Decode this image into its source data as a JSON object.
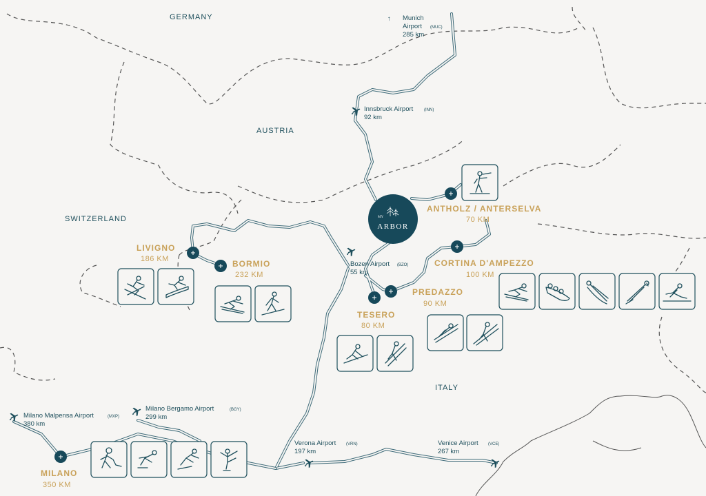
{
  "countries": {
    "germany": "GERMANY",
    "austria": "AUSTRIA",
    "switzerland": "SWITZERLAND",
    "italy": "ITALY"
  },
  "logo": {
    "small": "MY",
    "name": "ARBOR"
  },
  "airports": {
    "munich": {
      "arrow": "↑",
      "name1": "Munich",
      "name2": "Airport",
      "code": "(MUC)",
      "distance": "285 km"
    },
    "innsbruck": {
      "name": "Innsbruck Airport",
      "code": "(INN)",
      "distance": "92 km"
    },
    "bozen": {
      "name": "Bozen Airport",
      "code": "(BZO)",
      "distance": "55 km"
    },
    "malpensa": {
      "name": "Milano Malpensa Airport",
      "code": "(MXP)",
      "distance": "380 km"
    },
    "bergamo": {
      "name": "Milano Bergamo Airport",
      "code": "(BGY)",
      "distance": "299 km"
    },
    "verona": {
      "name": "Verona Airport",
      "code": "(VRN)",
      "distance": "197 km"
    },
    "venice": {
      "name": "Venice Airport",
      "code": "(VCE)",
      "distance": "267 km"
    }
  },
  "resorts": {
    "livigno": {
      "name": "LIVIGNO",
      "distance": "186 KM"
    },
    "bormio": {
      "name": "BORMIO",
      "distance": "232 KM"
    },
    "antholz": {
      "name": "ANTHOLZ / ANTERSELVA",
      "distance": "70 KM"
    },
    "cortina": {
      "name": "CORTINA D'AMPEZZO",
      "distance": "100 KM"
    },
    "predazzo": {
      "name": "PREDAZZO",
      "distance": "90 KM"
    },
    "tesero": {
      "name": "TESERO",
      "distance": "80 KM"
    },
    "milano": {
      "name": "MILANO",
      "distance": "350 KM"
    }
  },
  "icons": {
    "antholz": [
      "biathlon-icon"
    ],
    "livigno": [
      "freestyle-skiing-icon",
      "snowboard-icon"
    ],
    "bormio": [
      "alpine-skiing-icon",
      "ski-mountaineering-icon"
    ],
    "cortina": [
      "alpine-skiing-icon",
      "bobsleigh-icon",
      "luge-icon",
      "skeleton-icon",
      "curling-icon"
    ],
    "predazzo": [
      "ski-jumping-icon",
      "nordic-combined-icon"
    ],
    "tesero": [
      "cross-country-skiing-icon",
      "nordic-combined-icon"
    ],
    "milano": [
      "ice-hockey-icon",
      "speed-skating-icon",
      "short-track-icon",
      "figure-skating-icon"
    ]
  },
  "colors": {
    "navy": "#17495a",
    "gold": "#c9a25a",
    "background": "#f6f5f3"
  }
}
